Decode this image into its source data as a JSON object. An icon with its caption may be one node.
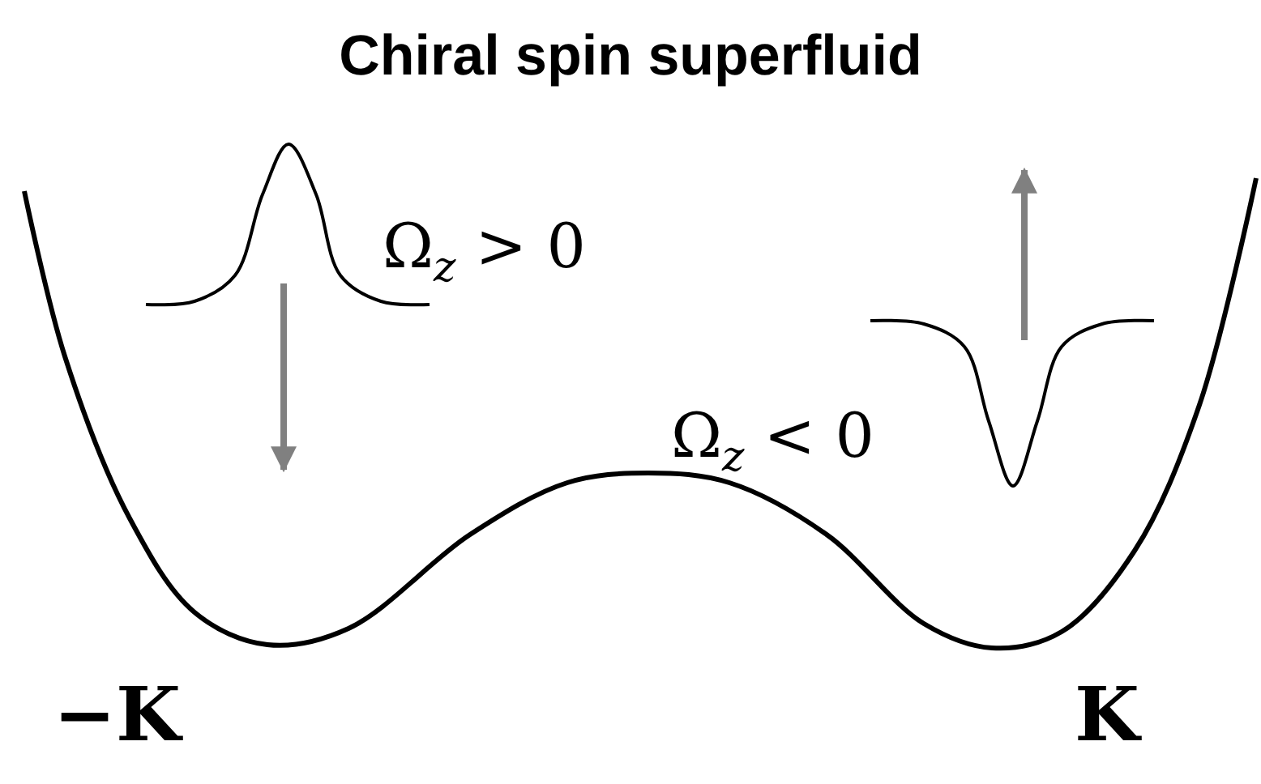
{
  "diagram": {
    "title": "Chiral spin superfluid",
    "labels": [
      "Ω$_{z}$ > 0",
      "Ω$_{z}$ < 0",
      "−K",
      "K"
    ]
  }
}
